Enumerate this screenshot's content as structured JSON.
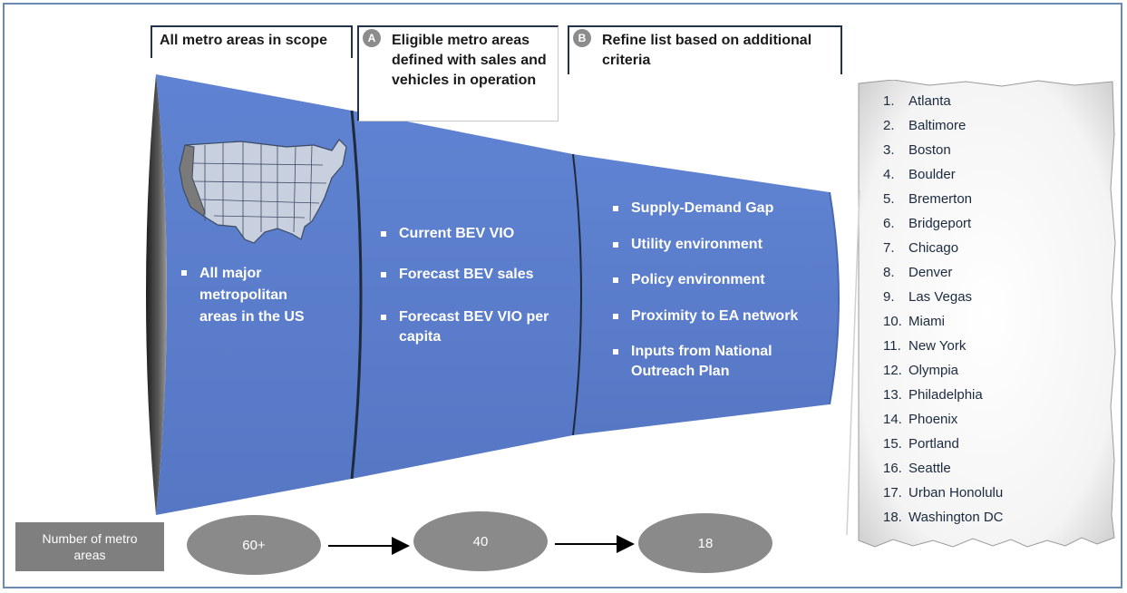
{
  "headers": {
    "stage1": "All metro areas in scope",
    "stage2": "Eligible metro areas defined with sales and vehicles in operation",
    "stage3": "Refine list based on additional criteria",
    "stage2_badge": "A",
    "stage3_badge": "B"
  },
  "stage1_bullets": [
    "All major metropolitan areas in the US"
  ],
  "stage2_bullets": [
    "Current BEV VIO",
    "Forecast BEV sales",
    "Forecast BEV VIO per capita"
  ],
  "stage3_bullets": [
    "Supply-Demand Gap",
    "Utility environment",
    "Policy environment",
    "Proximity to EA network",
    "Inputs from National Outreach Plan"
  ],
  "counts": {
    "label": "Number of metro areas",
    "values": [
      "60+",
      "40",
      "18"
    ]
  },
  "cities": [
    {
      "num": "1.",
      "name": "Atlanta"
    },
    {
      "num": "2.",
      "name": "Baltimore"
    },
    {
      "num": "3.",
      "name": "Boston"
    },
    {
      "num": "4.",
      "name": "Boulder"
    },
    {
      "num": "5.",
      "name": "Bremerton"
    },
    {
      "num": "6.",
      "name": "Bridgeport"
    },
    {
      "num": "7.",
      "name": "Chicago"
    },
    {
      "num": "8.",
      "name": "Denver"
    },
    {
      "num": "9.",
      "name": "Las Vegas"
    },
    {
      "num": "10.",
      "name": "Miami"
    },
    {
      "num": "11.",
      "name": "New York"
    },
    {
      "num": "12.",
      "name": "Olympia"
    },
    {
      "num": "13.",
      "name": "Philadelphia"
    },
    {
      "num": "14.",
      "name": "Phoenix"
    },
    {
      "num": "15.",
      "name": "Portland"
    },
    {
      "num": "16.",
      "name": "Seattle"
    },
    {
      "num": "17.",
      "name": "Urban Honolulu"
    },
    {
      "num": "18.",
      "name": "Washington DC"
    }
  ],
  "colors": {
    "funnel": "#5b7fce",
    "funnel_rim": "#3a3a3a",
    "oval": "#8a8a8a",
    "label_box": "#7f7f7f",
    "frame": "#6b89b5"
  }
}
